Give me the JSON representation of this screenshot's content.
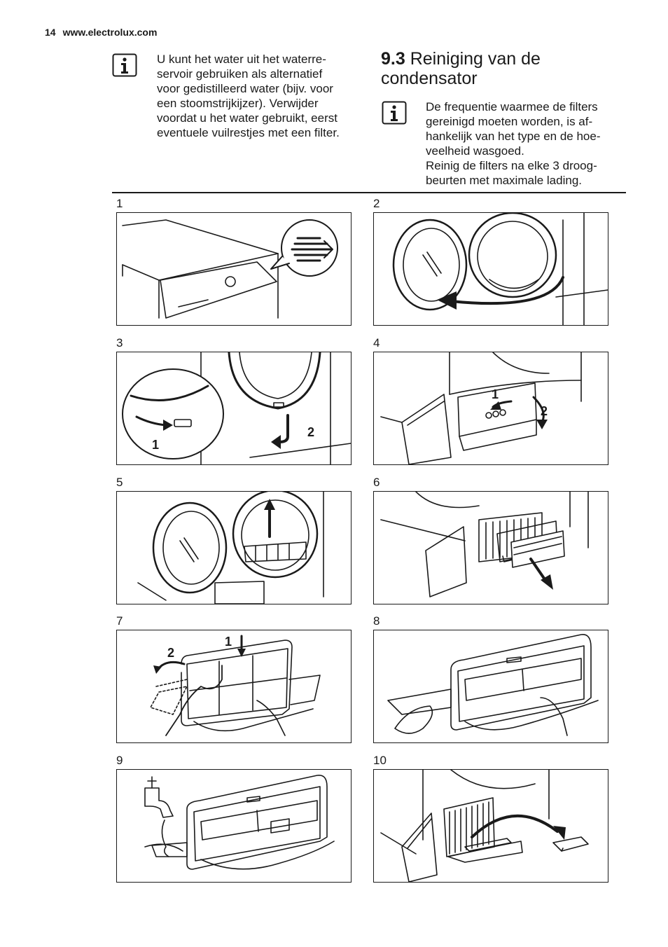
{
  "header": {
    "page_number": "14",
    "site": "www.electrolux.com"
  },
  "note_left": {
    "icon": "info-icon",
    "lines": [
      "U kunt het water uit het waterre-",
      "servoir gebruiken als alternatief",
      "voor gedistilleerd water (bijv. voor",
      "een stoomstrijkijzer). Verwijder",
      "voordat u het water gebruikt, eerst",
      "eventuele vuilrestjes met een filter."
    ]
  },
  "section": {
    "number": "9.3",
    "title_line1": "Reiniging van de",
    "title_line2": "condensator"
  },
  "note_right": {
    "icon": "info-icon",
    "lines": [
      "De frequentie waarmee de filters",
      "gereinigd moeten worden, is af-",
      "hankelijk van het type en de hoe-",
      "veelheid wasgoed.",
      "Reinig de filters na elke 3 droog-",
      "beurten met maximale lading."
    ]
  },
  "steps": [
    {
      "label": "1",
      "illustration": "dryer-top-drawer-callout"
    },
    {
      "label": "2",
      "illustration": "open-dryer-door"
    },
    {
      "label": "3",
      "illustration": "press-release-button",
      "callouts": [
        "1",
        "2"
      ]
    },
    {
      "label": "4",
      "illustration": "open-condenser-cover",
      "callouts": [
        "1",
        "2"
      ]
    },
    {
      "label": "5",
      "illustration": "lift-fluff-filter"
    },
    {
      "label": "6",
      "illustration": "pull-out-condenser"
    },
    {
      "label": "7",
      "illustration": "open-filter-grid",
      "callouts": [
        "1",
        "2"
      ]
    },
    {
      "label": "8",
      "illustration": "wipe-condenser-filter"
    },
    {
      "label": "9",
      "illustration": "rinse-under-tap"
    },
    {
      "label": "10",
      "illustration": "remove-filter-cover"
    }
  ]
}
